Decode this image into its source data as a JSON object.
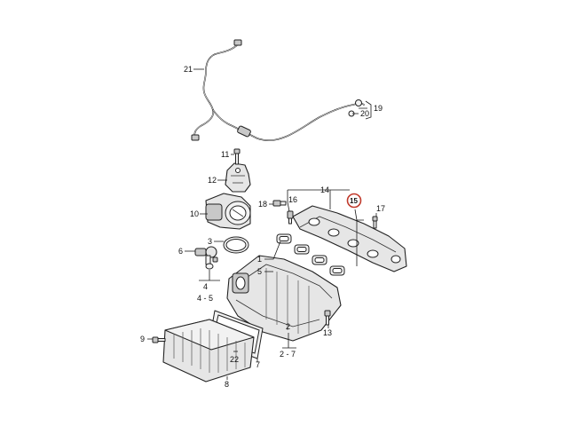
{
  "callouts": {
    "c1": "1",
    "c2": "2",
    "c3": "3",
    "c4": "4",
    "c5": "5",
    "c6": "6",
    "c7": "7",
    "c8": "8",
    "c9": "9",
    "c10": "10",
    "c11": "11",
    "c12": "12",
    "c13": "13",
    "c14": "14",
    "c15": "15",
    "c16": "16",
    "c17": "17",
    "c18": "18",
    "c19": "19",
    "c20": "20",
    "c21": "21",
    "c22": "22",
    "c2_7": "2 - 7",
    "c4_5": "4 - 5"
  },
  "highlight": {
    "callout": "15",
    "ring_color": "#c0392b"
  },
  "icons": [
    "intake-manifold",
    "charge-air-cooler",
    "throttle-body",
    "vacuum-hose",
    "manifold-flap",
    "gasket",
    "bolt",
    "sensor",
    "bracket",
    "o-ring"
  ]
}
